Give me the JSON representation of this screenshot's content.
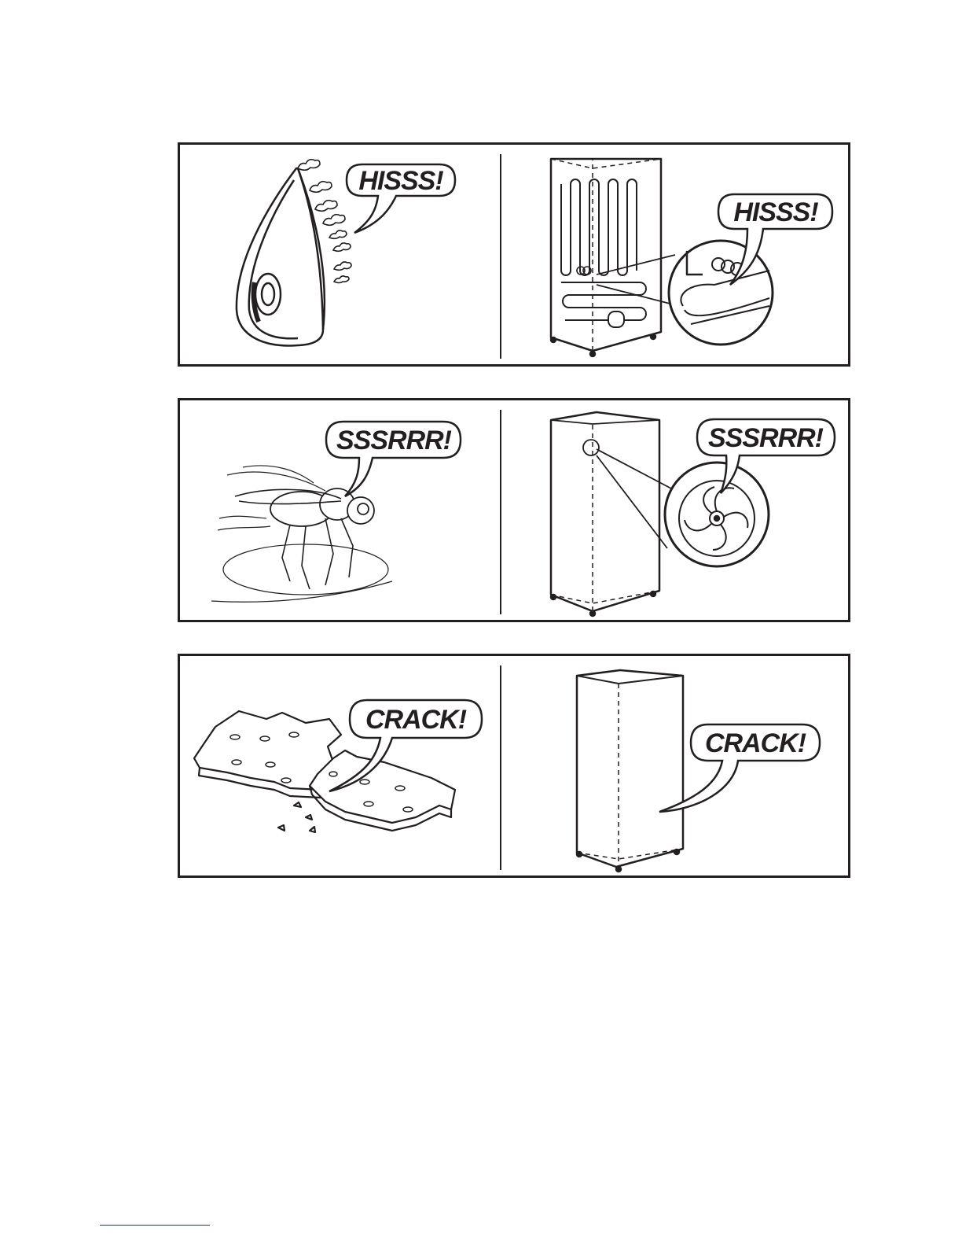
{
  "panels": [
    {
      "left_sound": "HISSS!",
      "right_sound": "HISSS!",
      "left_subject": "steam-iron",
      "right_subject": "fridge-back-refrigerant-pipes"
    },
    {
      "left_sound": "SSSRRR!",
      "right_sound": "SSSRRR!",
      "left_subject": "fly",
      "right_subject": "fridge-fan"
    },
    {
      "left_sound": "CRACK!",
      "right_sound": "CRACK!",
      "left_subject": "cracker",
      "right_subject": "fridge-cabinet"
    }
  ],
  "colors": {
    "ink": "#231f20",
    "paper": "#ffffff",
    "footer_rule": "#2233cc"
  }
}
